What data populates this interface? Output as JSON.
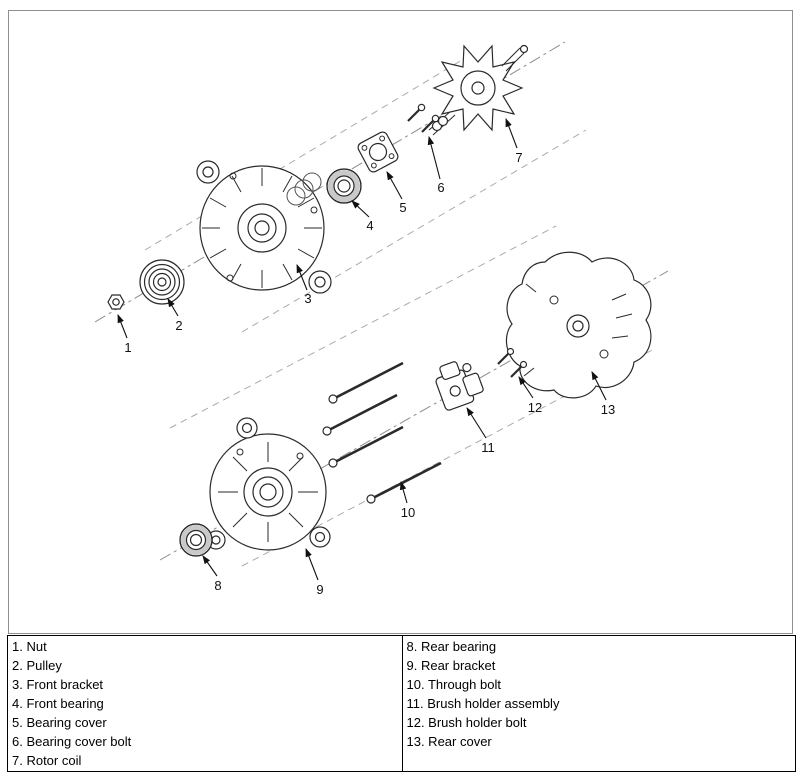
{
  "colors": {
    "line": "#2a2a2a",
    "legend_border": "#000000",
    "diagram_border": "#8f8f8f"
  },
  "diagram": {
    "callouts": [
      {
        "label": "1"
      },
      {
        "label": "2"
      },
      {
        "label": "3"
      },
      {
        "label": "4"
      },
      {
        "label": "5"
      },
      {
        "label": "6"
      },
      {
        "label": "7"
      },
      {
        "label": "8"
      },
      {
        "label": "9"
      },
      {
        "label": "10"
      },
      {
        "label": "11"
      },
      {
        "label": "12"
      },
      {
        "label": "13"
      }
    ]
  },
  "legend": {
    "left": [
      "1. Nut",
      "2. Pulley",
      "3. Front bracket",
      "4. Front bearing",
      "5. Bearing cover",
      "6. Bearing cover bolt",
      "7. Rotor coil"
    ],
    "right": [
      "8. Rear bearing",
      "9. Rear bracket",
      "10. Through bolt",
      "11. Brush holder assembly",
      "12. Brush holder bolt",
      "13. Rear cover"
    ]
  }
}
